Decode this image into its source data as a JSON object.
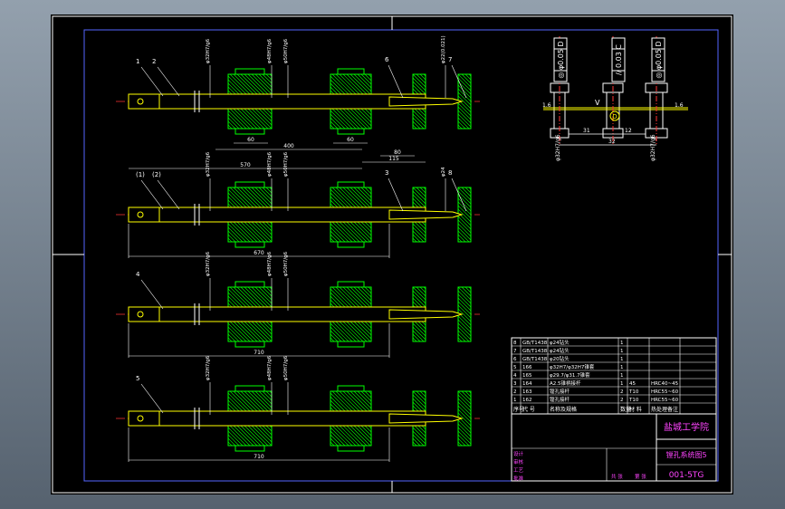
{
  "drawing": {
    "colors": {
      "background": "#000000",
      "border": "#ffffff",
      "shaft": "#ffff00",
      "dimension": "#ffffff",
      "hatch": "#00ff00",
      "magenta": "#ff44ff",
      "cyan": "#00ffff",
      "blue": "#5566ff",
      "red": "#ff3333"
    },
    "views": [
      {
        "callouts": [
          "1",
          "2"
        ],
        "tip_callouts": [
          "6",
          "7"
        ],
        "fits": [
          "φ32H7/g6",
          "φ48H7/g6",
          "φ50H7/g6",
          "φ22(0.021)"
        ],
        "dims": [
          "60",
          "60",
          "400",
          "80",
          "115",
          "570"
        ]
      },
      {
        "callouts": [
          "(1)",
          "(2)"
        ],
        "tip_callouts": [
          "3",
          "8"
        ],
        "fits": [
          "φ32H7/g6",
          "φ48H7/g6",
          "φ50H7/g6",
          "φ24"
        ],
        "dims": [
          "670"
        ]
      },
      {
        "callouts": [
          "4"
        ],
        "tip_callouts": [],
        "fits": [
          "φ32H7/g6",
          "φ48H7/g6",
          "φ50H7/g6"
        ],
        "dims": [
          "710"
        ]
      },
      {
        "callouts": [
          "5"
        ],
        "tip_callouts": [],
        "fits": [
          "φ32H7/g6",
          "φ48H7/g6",
          "φ50H7/g6"
        ],
        "dims": [
          "710"
        ]
      }
    ],
    "detail": {
      "tolerance_frames": [
        "◎ φ0.05 D",
        "// 0.03 C",
        "◎ φ0.05 D"
      ],
      "symbols": [
        "V",
        "D"
      ],
      "dims": [
        "1.6",
        "1.6",
        "31",
        "12",
        "32"
      ],
      "fits": [
        "φ32H7/g6",
        "φ32H7/g6"
      ]
    },
    "title_block": {
      "parts": [
        {
          "no": "8",
          "code": "GB/T1438",
          "name": "φ24钻头",
          "qty": "1",
          "material": "",
          "note": ""
        },
        {
          "no": "7",
          "code": "GB/T1438",
          "name": "φ24钻头",
          "qty": "1",
          "material": "",
          "note": ""
        },
        {
          "no": "6",
          "code": "GB/T1438",
          "name": "φ20钻头",
          "qty": "1",
          "material": "",
          "note": ""
        },
        {
          "no": "5",
          "code": "166",
          "name": "φ32H7/φ32H7锥套",
          "qty": "1",
          "material": "",
          "note": ""
        },
        {
          "no": "4",
          "code": "165",
          "name": "φ29.7/φ31.7锥套",
          "qty": "1",
          "material": "",
          "note": ""
        },
        {
          "no": "3",
          "code": "164",
          "name": "A2.5锥柄接杆",
          "qty": "1",
          "material": "45",
          "note": "HRC40~45"
        },
        {
          "no": "2",
          "code": "163",
          "name": "镗孔接杆",
          "qty": "2",
          "material": "T10",
          "note": "HRC55~60"
        },
        {
          "no": "1",
          "code": "162",
          "name": "镗孔接杆",
          "qty": "2",
          "material": "T10",
          "note": "HRC55~60"
        }
      ],
      "header": {
        "no": "序号",
        "code": "代 号",
        "name": "名称及规格",
        "qty": "数量",
        "material": "材 料",
        "note": "热处理备注"
      },
      "school": "盐城工学院",
      "drawing_name": "镗孔系统图5",
      "drawing_no": "001-5TG",
      "sign_labels": [
        "设计",
        "审核",
        "工艺",
        "批准"
      ],
      "sheet_labels": [
        "共 张",
        "第 张"
      ]
    }
  }
}
